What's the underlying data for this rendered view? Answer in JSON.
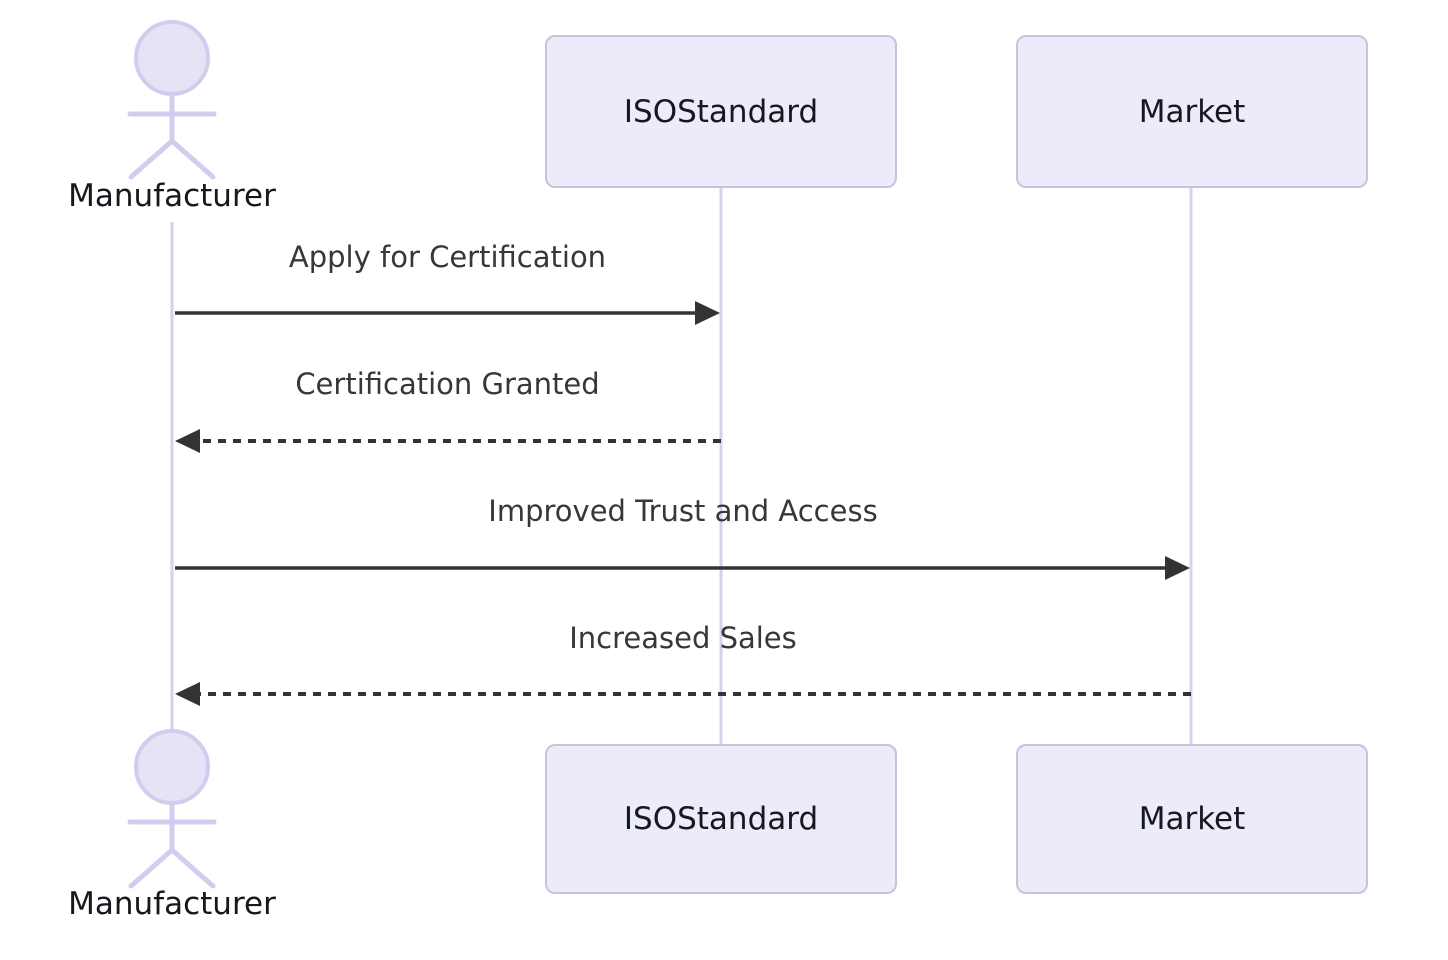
{
  "diagram": {
    "kind": "uml-sequence-diagram",
    "theme": {
      "background": "#ffffff",
      "participant_fill": "#ebebf9",
      "participant_border": "#c9c2dc",
      "lifeline_color": "#d6d0ec",
      "actor_figure_color": "#d3ccee",
      "actor_head_fill": "#e7e3f7",
      "arrow_color": "#333333",
      "participant_text_color": "#16181d",
      "message_text_color": "#373737"
    }
  },
  "participants": [
    {
      "id": "manufacturer",
      "kind": "actor",
      "label": "Manufacturer"
    },
    {
      "id": "isostandard",
      "kind": "participant",
      "label": "ISOStandard"
    },
    {
      "id": "market",
      "kind": "participant",
      "label": "Market"
    }
  ],
  "messages": [
    {
      "from": "Manufacturer",
      "to": "ISOStandard",
      "label": "Apply for Certification",
      "line": "solid",
      "direction": "right"
    },
    {
      "from": "ISOStandard",
      "to": "Manufacturer",
      "label": "Certification Granted",
      "line": "dashed",
      "direction": "left"
    },
    {
      "from": "Manufacturer",
      "to": "Market",
      "label": "Improved Trust and Access",
      "line": "solid",
      "direction": "right"
    },
    {
      "from": "Market",
      "to": "Manufacturer",
      "label": "Increased Sales",
      "line": "dashed",
      "direction": "left"
    }
  ]
}
